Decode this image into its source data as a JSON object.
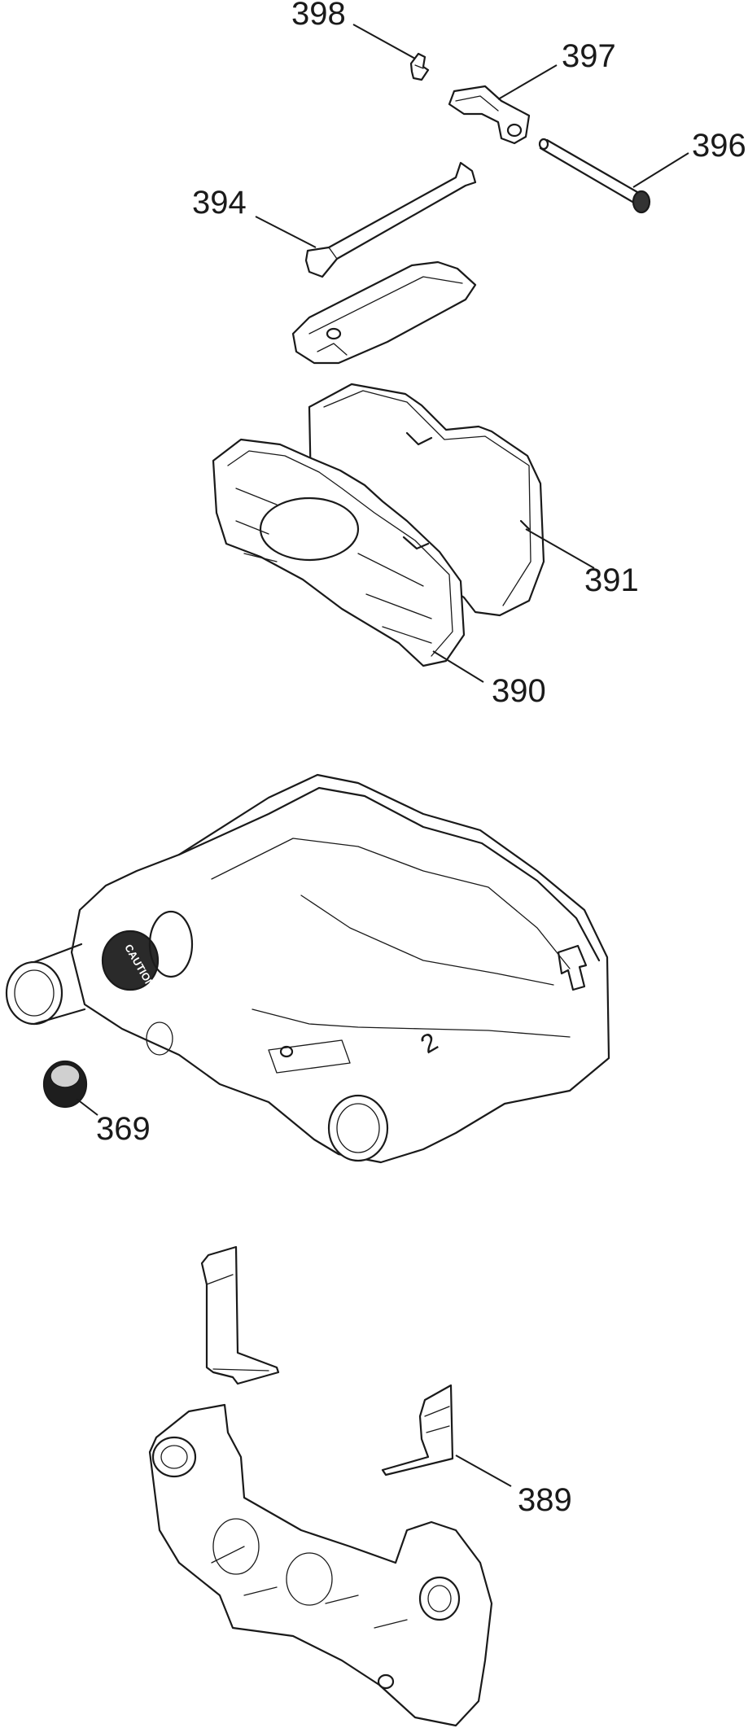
{
  "callouts": [
    {
      "id": "398",
      "label": "398"
    },
    {
      "id": "397",
      "label": "397"
    },
    {
      "id": "396",
      "label": "396"
    },
    {
      "id": "394",
      "label": "394"
    },
    {
      "id": "391",
      "label": "391"
    },
    {
      "id": "390",
      "label": "390"
    },
    {
      "id": "369",
      "label": "369"
    },
    {
      "id": "389",
      "label": "389"
    }
  ],
  "caliper_markings": {
    "caution": "CAUTION",
    "side_number": "2"
  }
}
